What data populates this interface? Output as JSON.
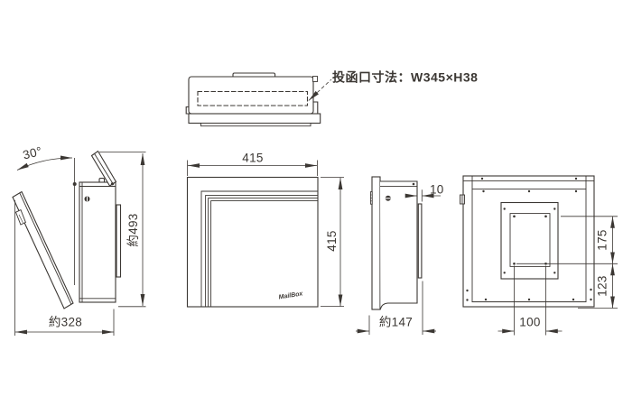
{
  "annotation": {
    "slot_size": "投函口寸法：W345×H38"
  },
  "views": {
    "side_open": {
      "open_angle": "30°",
      "total_height": "約493",
      "open_depth": "約328"
    },
    "front": {
      "width": "415",
      "height": "415",
      "logo": "MailBox"
    },
    "side_closed": {
      "mount_gap": "10",
      "depth": "約147"
    },
    "rear": {
      "hole_pitch_v": "175",
      "hole_offset_bottom": "123",
      "hole_pitch_h": "100"
    }
  },
  "colors": {
    "line": "#3b3733",
    "background": "#ffffff"
  }
}
